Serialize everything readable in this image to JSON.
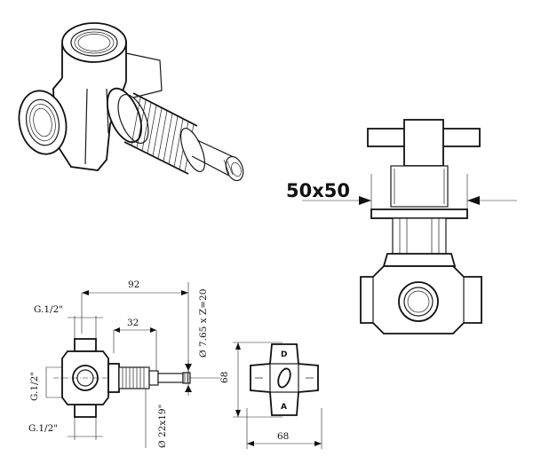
{
  "labels": {
    "face_size": "50x50",
    "length_overall": "92",
    "length_spindle": "32",
    "thread_top": "G.1/2\"",
    "thread_side": "G.1/2\"",
    "thread_bottom": "G.1/2\"",
    "spindle_spec": "Ø 7.65 x Z=20",
    "shank_spec": "Ø 22x19\"",
    "handle_height": "68",
    "handle_width": "68",
    "mark_top": "D",
    "mark_bottom": "A"
  }
}
